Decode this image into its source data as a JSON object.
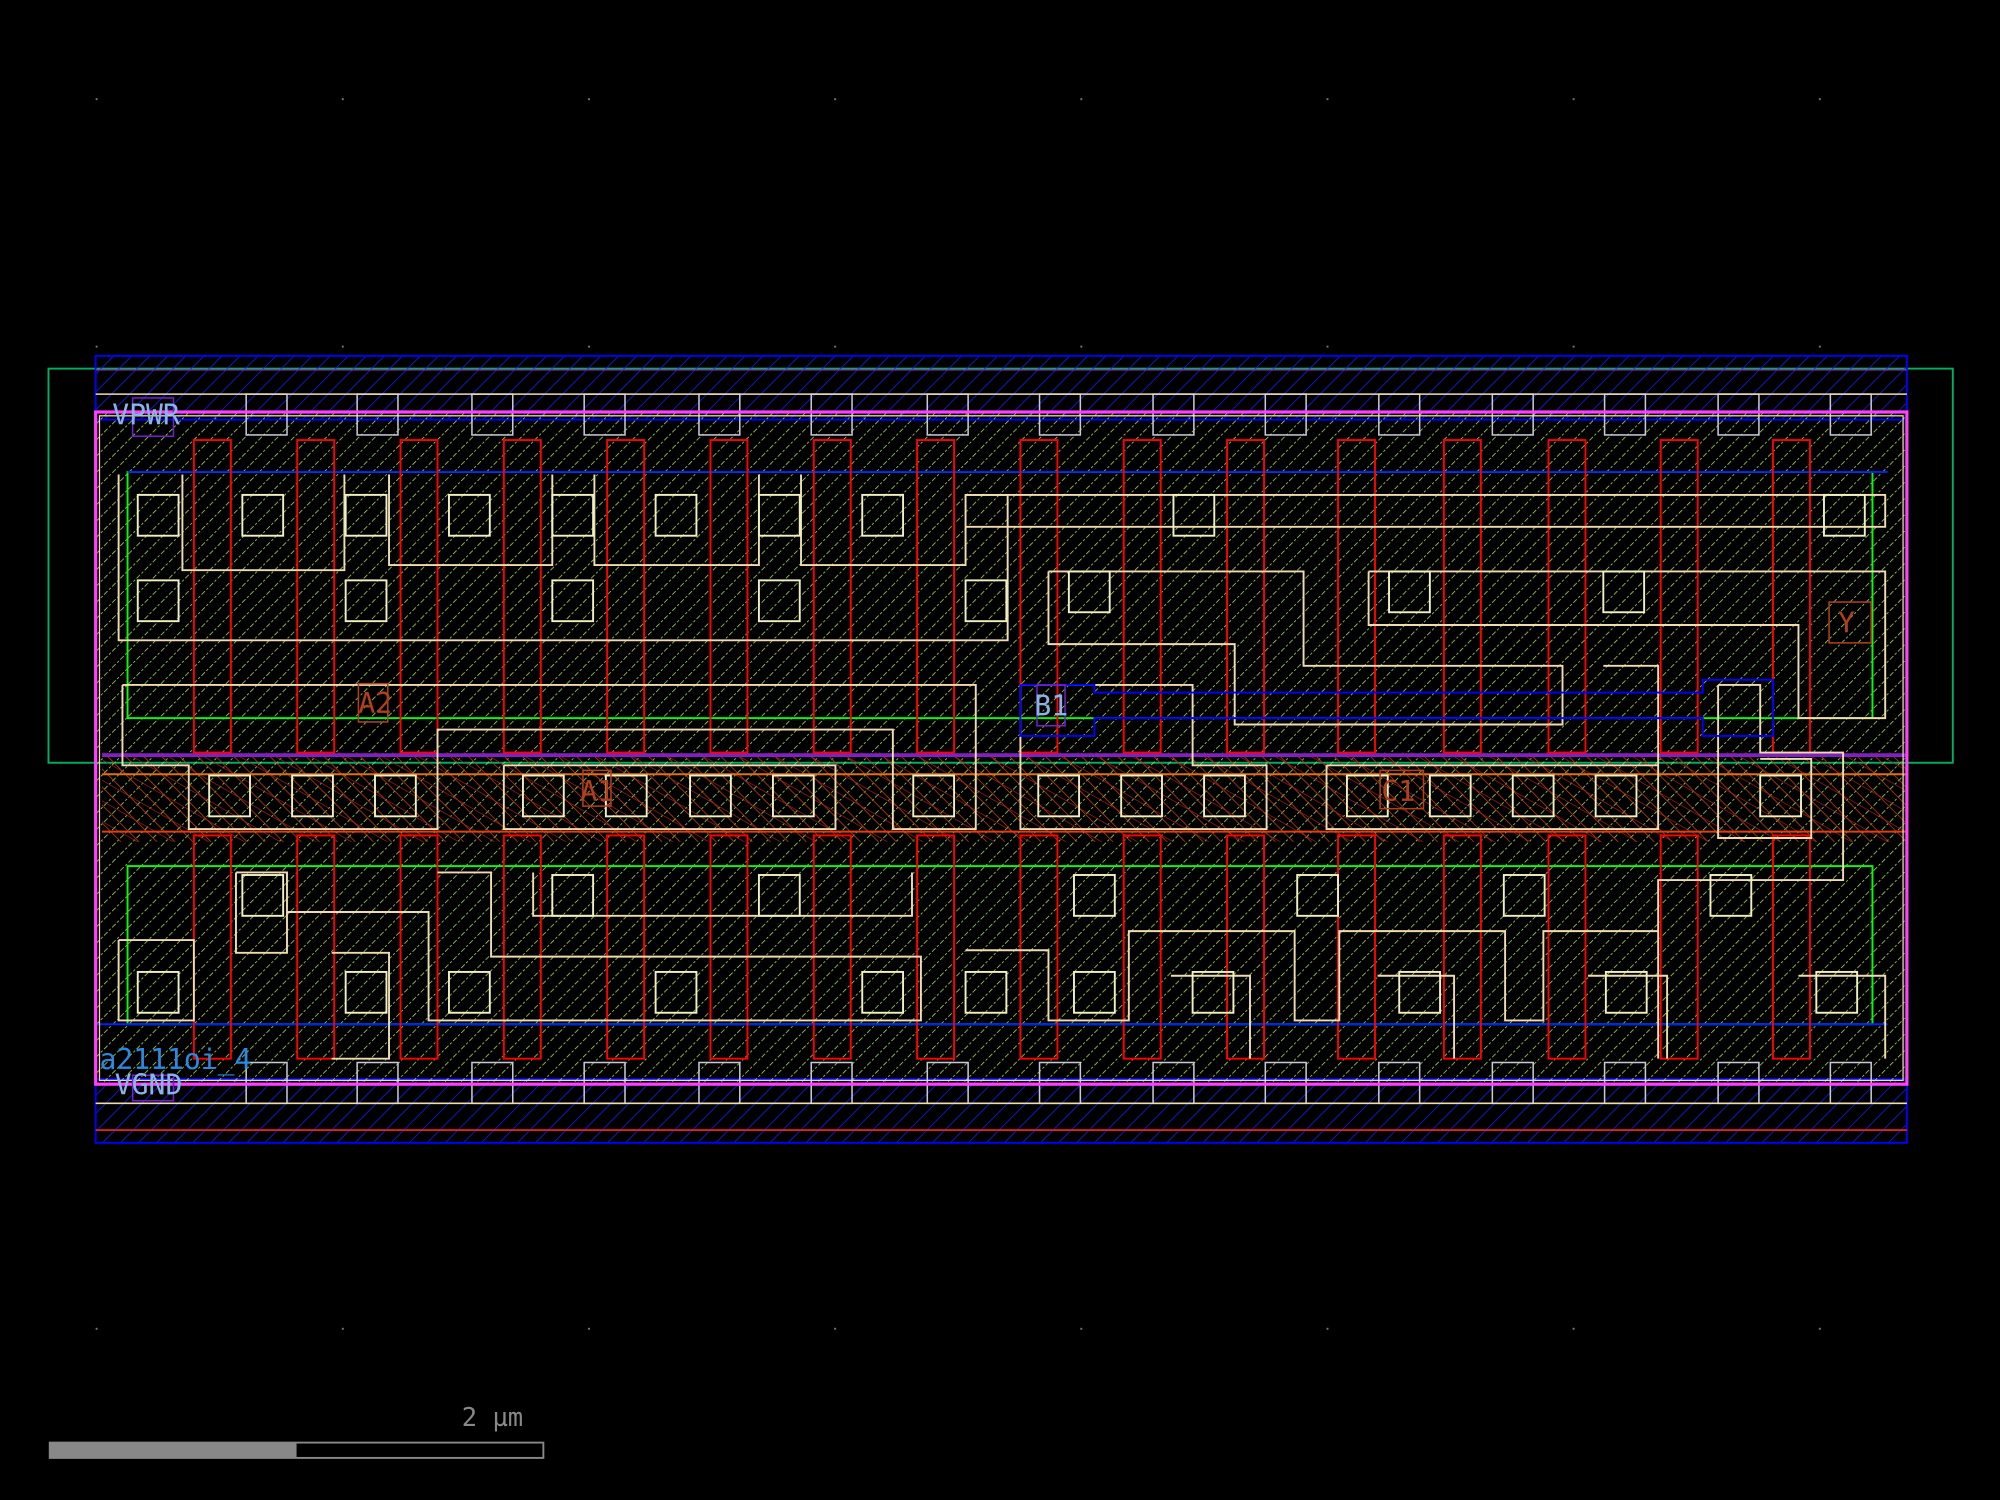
{
  "cell": {
    "name": "a2111oi_4"
  },
  "pins": {
    "vpwr": "VPWR",
    "vgnd": "VGND",
    "a2": "A2",
    "a1": "A1",
    "b1": "B1",
    "c1": "C1",
    "y": "Y"
  },
  "scale_bar": {
    "label": "2 µm",
    "fill_fraction": 0.5
  },
  "colors": {
    "background": "#000000",
    "nwell": "#00c060",
    "diffusion": "#00ff00",
    "poly": "#ff0000",
    "li1": "#f0dcb0",
    "met1": "#0000ff",
    "boundary": "#ff40ff",
    "pin_label_blue": "#8ab4e8",
    "pin_label_brown": "#b0401c",
    "cell_label": "#2a8ae0"
  }
}
